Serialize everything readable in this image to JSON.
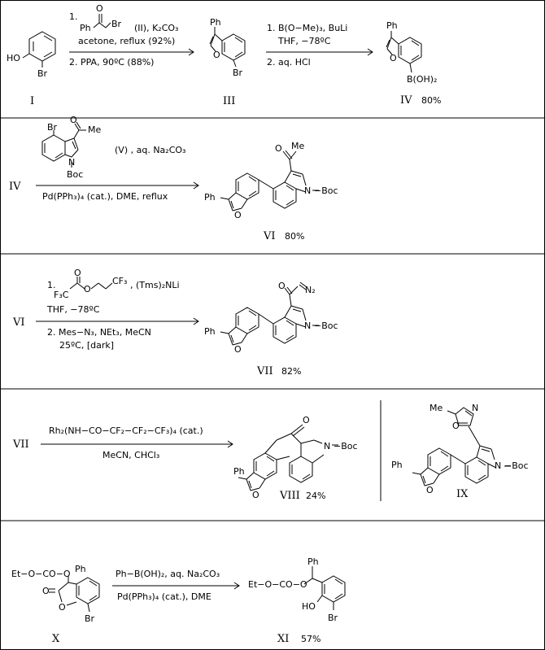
{
  "steps": [
    {
      "reagent_lines": [
        "1.",
        "(II), K₂CO₃",
        "acetone, reflux (92%)",
        "2. PPA, 90ºC (88%)"
      ],
      "compounds": [
        {
          "roman": "I",
          "atoms": {
            "oh": "HO",
            "br": "Br"
          }
        },
        {
          "roman": "III",
          "atoms": {
            "ph": "Ph",
            "o": "O",
            "br": "Br"
          }
        }
      ],
      "reagent_atoms": {
        "ph": "Ph",
        "o": "O",
        "br": "Br"
      }
    },
    {
      "reagent_lines": [
        "1. B(O−Me)₃, BuLi",
        "THF, −78ºC",
        "2. aq. HCl"
      ],
      "compounds": [
        {
          "roman": "IV",
          "yield": "80%",
          "atoms": {
            "ph": "Ph",
            "o": "O",
            "b": "B(OH)₂"
          }
        }
      ]
    },
    {
      "start": "IV",
      "reagent_lines": [
        "(V) , aq. Na₂CO₃",
        "Pd(PPh₃)₄ (cat.), DME, reflux"
      ],
      "reagent_atoms": {
        "br": "Br",
        "o": "O",
        "me": "Me",
        "n": "N",
        "boc": "Boc"
      },
      "compounds": [
        {
          "roman": "VI",
          "yield": "80%",
          "atoms": {
            "o": "O",
            "me": "Me",
            "ph": "Ph",
            "ofuran": "O",
            "n": "N",
            "boc": "−Boc"
          }
        }
      ]
    },
    {
      "start": "VI",
      "reagent_lines": [
        "1.",
        ", (Tms)₂NLi",
        "THF, −78ºC",
        "2. Mes−N₃, NEt₃, MeCN",
        "25ºC, [dark]"
      ],
      "reagent_atoms": {
        "cf3": "CF₃",
        "o1": "O",
        "o2": "O",
        "f3c": "F₃C"
      },
      "compounds": [
        {
          "roman": "VII",
          "yield": "82%",
          "atoms": {
            "o": "O",
            "n2": "N₂",
            "ph": "Ph",
            "ofuran": "O",
            "n": "N",
            "boc": "−Boc"
          }
        }
      ]
    },
    {
      "start": "VII",
      "reagent_lines": [
        "Rh₂(NH−CO−CF₂−CF₂−CF₃)₄ (cat.)",
        "MeCN, CHCl₃"
      ],
      "compounds": [
        {
          "roman": "VIII",
          "yield": "24%",
          "atoms": {
            "o": "O",
            "ph": "Ph",
            "ofuran": "O",
            "n": "N",
            "boc": "−Boc"
          }
        },
        {
          "roman": "IX",
          "atoms": {
            "me": "Me",
            "n_ox": "N",
            "o_ox": "O",
            "ph": "Ph",
            "ofuran": "O",
            "n": "N",
            "boc": "−Boc"
          }
        }
      ]
    },
    {
      "reagent_lines": [
        "Ph−B(OH)₂, aq. Na₂CO₃",
        "Pd(PPh₃)₄ (cat.), DME"
      ],
      "compounds": [
        {
          "roman": "X",
          "atoms": {
            "eto": "Et−O−CO−O",
            "ph": "Ph",
            "o_carbonyl": "O",
            "o_ring": "O",
            "br": "Br"
          }
        },
        {
          "roman": "XI",
          "yield": "57%",
          "atoms": {
            "eto": "Et−O−CO−O",
            "ph": "Ph",
            "ho": "HO",
            "br": "Br"
          }
        }
      ]
    }
  ]
}
